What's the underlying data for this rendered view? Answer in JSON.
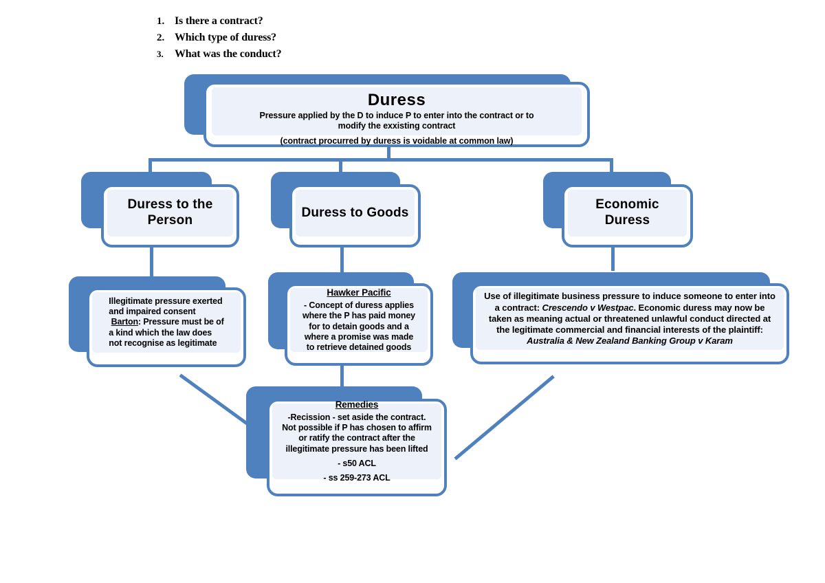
{
  "questions": [
    {
      "num": "1.",
      "text": "Is there a contract?"
    },
    {
      "num": "2.",
      "text": "Which type of duress?"
    },
    {
      "num": "3.",
      "text": "What was the conduct?"
    }
  ],
  "colors": {
    "accent_blue": "#4E81BD",
    "box_fill": "#EDF1FA",
    "frame_fill": "#FFFFFF",
    "text": "#000000"
  },
  "nodes": {
    "duress": {
      "title": "Duress",
      "line1": "Pressure applied by the D to induce P to enter into the contract or to",
      "line2": "modify the exxisting contract",
      "line3": "(contract procurred by duress is voidable at common law)"
    },
    "duress_person": {
      "line1": "Duress to the",
      "line2": "Person"
    },
    "duress_goods": {
      "line1": "Duress to Goods"
    },
    "economic_duress": {
      "line1": "Economic",
      "line2": "Duress"
    },
    "person_detail": {
      "line1": "Illegitimate pressure exerted",
      "line2": "and impaired consent",
      "case": "Barton",
      "line3": ": Pressure must be of",
      "line4": "a kind which the law does",
      "line5": "not recognise as legitimate"
    },
    "goods_detail": {
      "heading": "Hawker Pacific",
      "line1": "- Concept of duress applies",
      "line2": "where the P has paid money",
      "line3": "for to detain goods and a",
      "line4": "where a promise was made",
      "line5": "to retrieve detained goods"
    },
    "economic_detail": {
      "t1": "Use of illegitimate business pressure to induce someone to enter into a contract: ",
      "case1": "Crescendo v Westpac",
      "t2": ". Economic duress may now be taken as meaning actual or threatened unlawful conduct directed at the legitimate commercial and financial interests of the plaintiff: ",
      "case2": "Australia & New Zealand Banking Group v Karam"
    },
    "remedies": {
      "heading": "Remedies",
      "line1": "-Recission - set aside the contract.",
      "line2": "Not possible if P has chosen to affirm",
      "line3": "or ratify the contract after the",
      "line4": "illegitimate pressure has been lifted",
      "line5": "- s50 ACL",
      "line6": "- ss 259-273 ACL"
    }
  }
}
